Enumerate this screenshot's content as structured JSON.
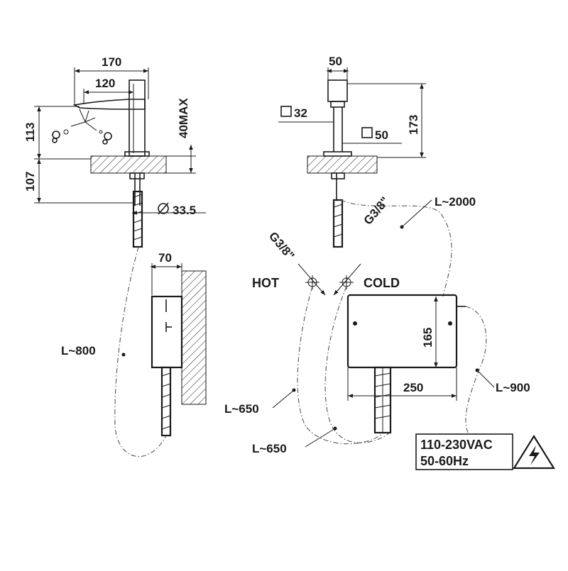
{
  "dimensions": {
    "width_170": "170",
    "width_120": "120",
    "height_113": "113",
    "height_107": "107",
    "max_40": "40MAX",
    "diameter_33_5": "33.5",
    "depth_70": "70",
    "width_50_top": "50",
    "square_32": "32",
    "square_50": "50",
    "height_173": "173",
    "height_165": "165",
    "width_250": "250"
  },
  "connections": {
    "thread_hot": "G3/8\"",
    "thread_cold": "G3/8\"",
    "hot_label": "HOT",
    "cold_label": "COLD"
  },
  "cable_lengths": {
    "l_2000": "L~2000",
    "l_800": "L~800",
    "l_650_upper": "L~650",
    "l_650_lower": "L~650",
    "l_900": "L~900"
  },
  "power": {
    "voltage": "110-230VAC",
    "frequency": "50-60Hz",
    "warning_icon": "high-voltage-warning-icon"
  },
  "colors": {
    "ink": "#1a1a1a",
    "dash": "#555555",
    "background": "#ffffff"
  }
}
